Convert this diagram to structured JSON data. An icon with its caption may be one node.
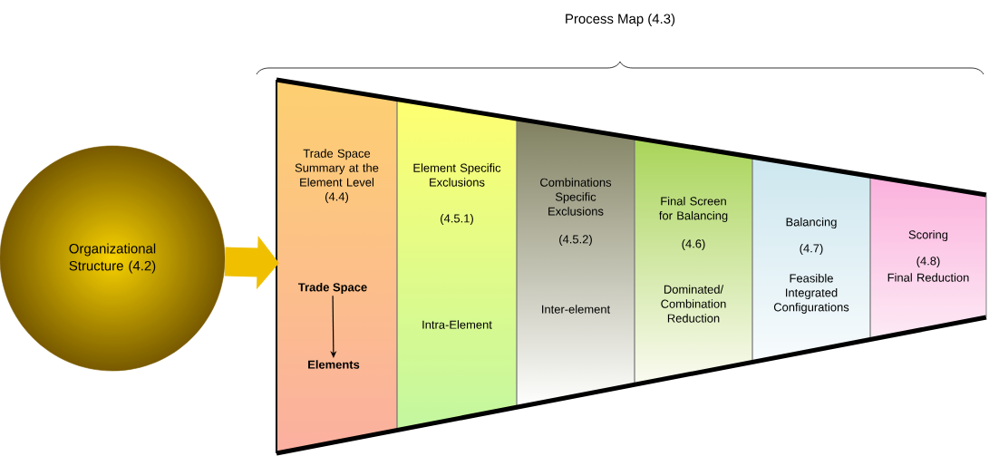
{
  "diagram": {
    "title": "Process Map (4.3)",
    "nodes": [
      {
        "text": [
          "Organizational Structure (4.2)"
        ]
      },
      {
        "text": [
          "Trade Space Summary at the Element Level",
          "(4.4)"
        ]
      },
      {
        "text": [
          "Trade Space"
        ],
        "in": 1
      },
      {
        "text": [
          "Elements"
        ],
        "in": 1
      },
      {
        "text": [
          "Element Specific Exclusions",
          "(4.5.1)",
          "Intra-Element"
        ]
      },
      {
        "text": [
          "Combinations Specific Exclusions",
          "(4.5.2)",
          "Inter-element"
        ]
      },
      {
        "text": [
          "Final Screen for Balancing",
          "(4.6)",
          "Dominated/ Combination Reduction"
        ]
      },
      {
        "text": [
          "Balancing",
          "(4.7)",
          "Feasible Integrated Configurations"
        ]
      },
      {
        "text": [
          "Scoring",
          "(4.8)",
          "Final Reduction"
        ]
      }
    ],
    "edges": [
      {
        "from": 0,
        "to": 1,
        "arrow": "to",
        "style": "thick",
        "color": "#f0c000"
      },
      {
        "from": 2,
        "to": 3,
        "arrow": "to",
        "color": "#000000"
      }
    ]
  }
}
